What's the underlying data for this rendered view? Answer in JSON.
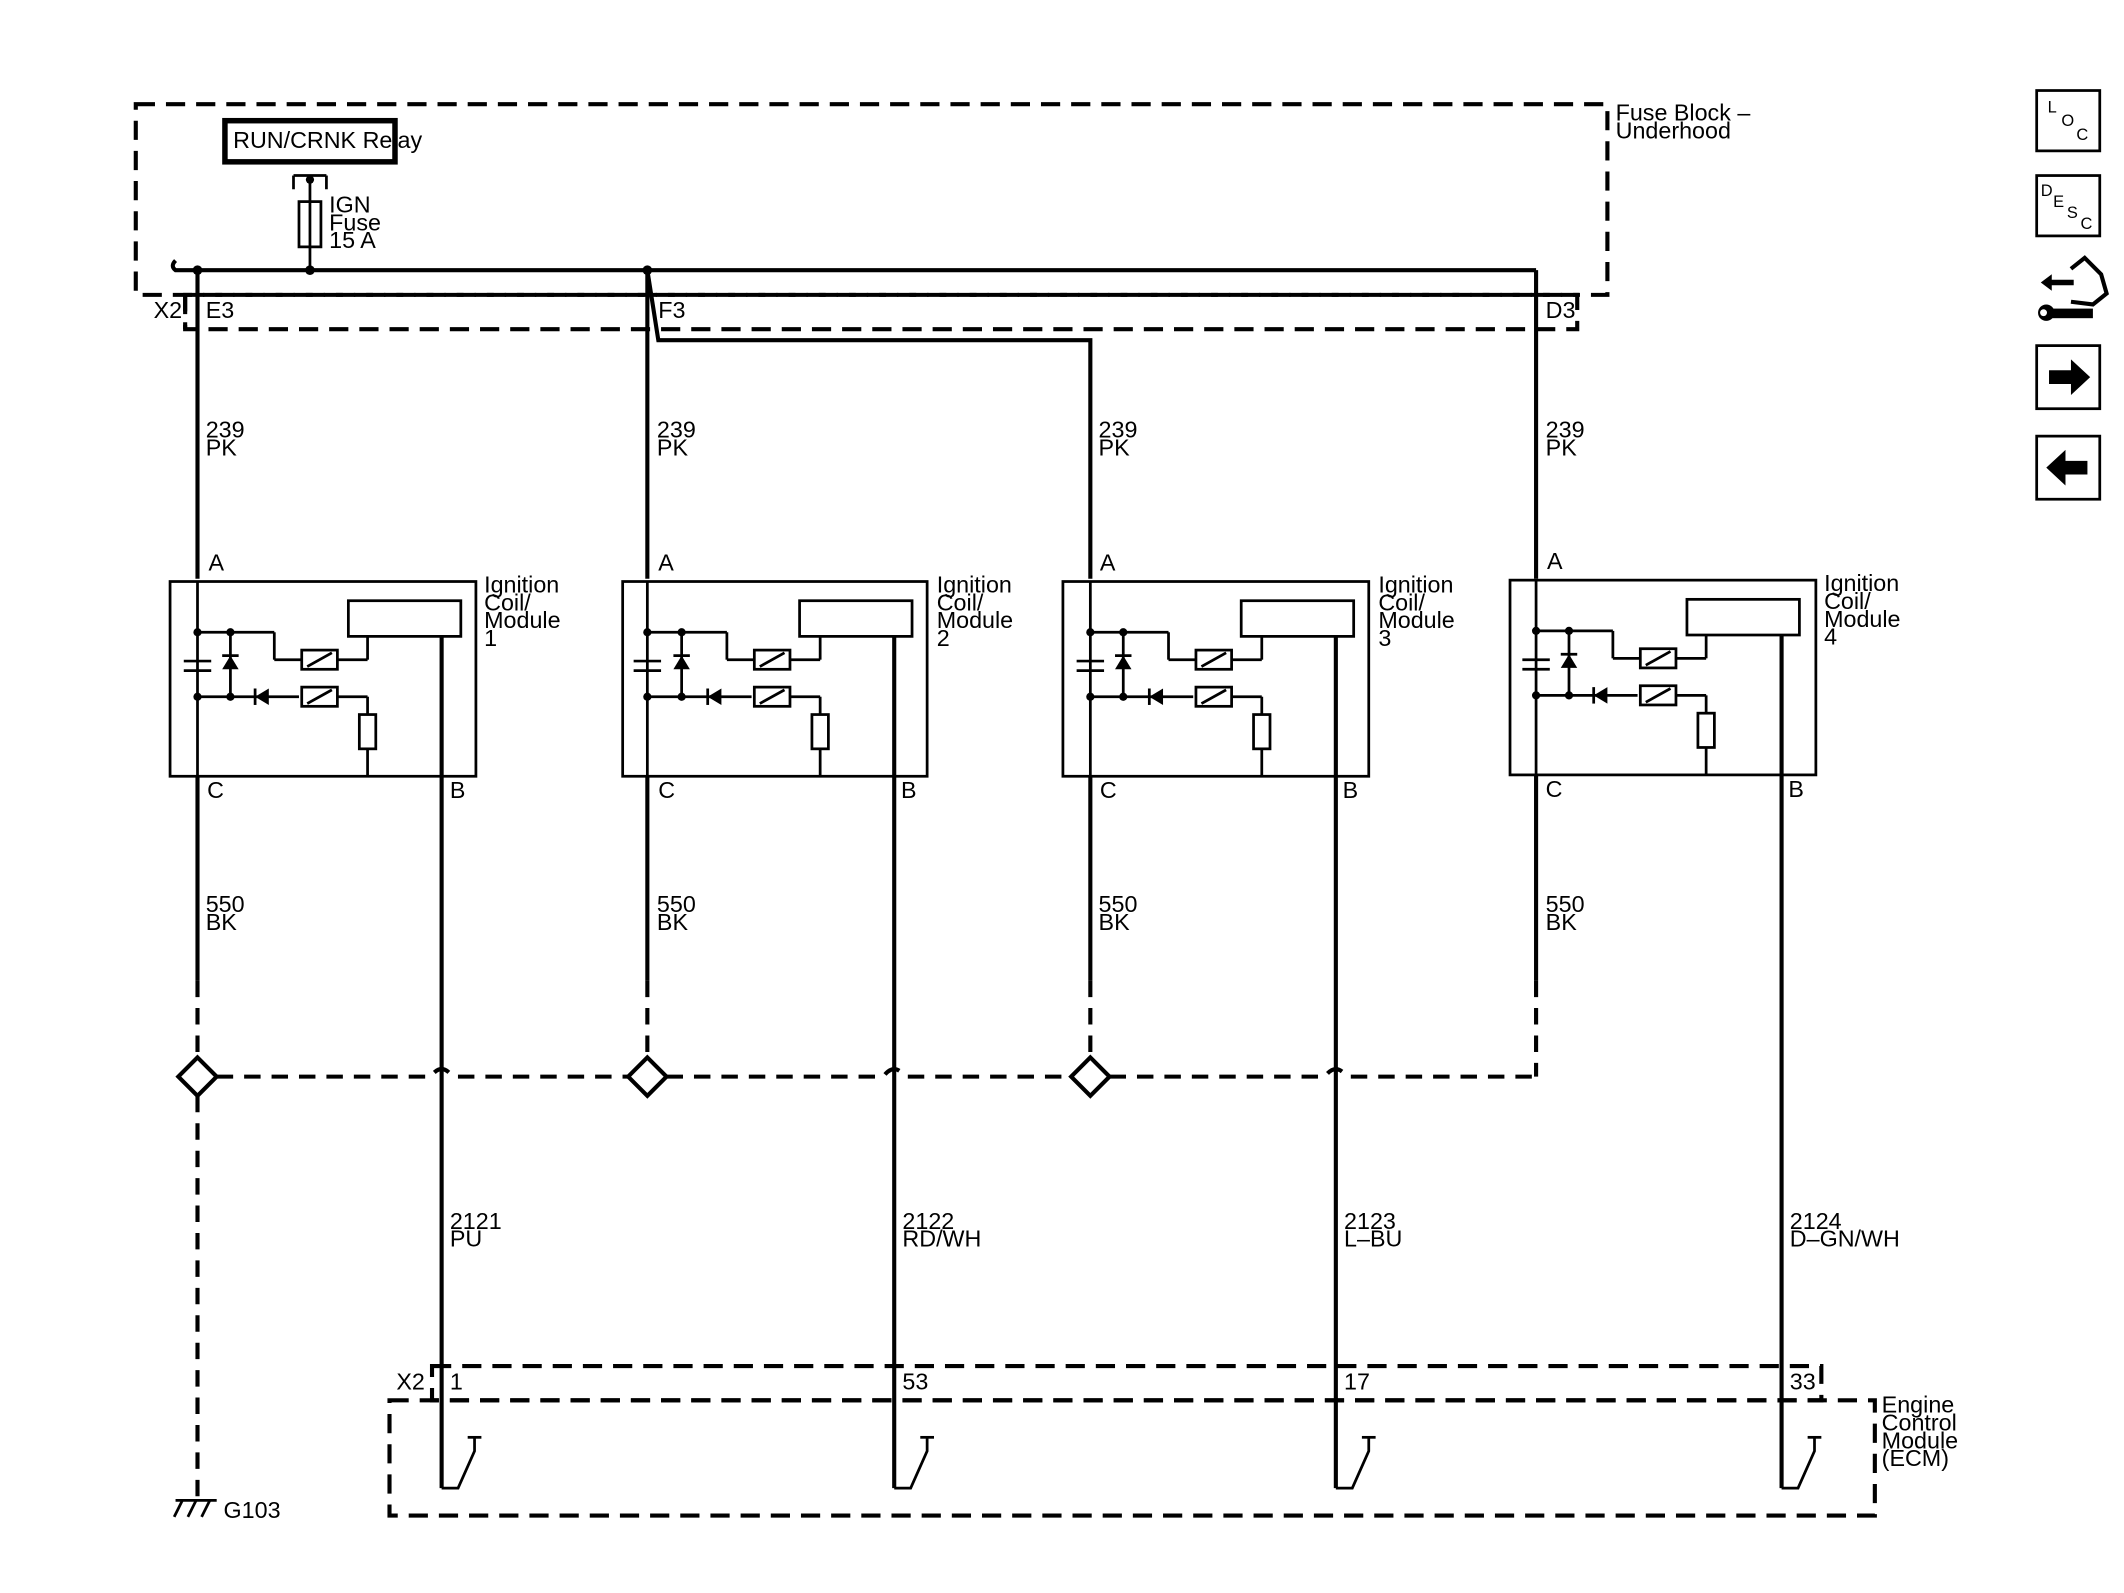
{
  "fuse_block": {
    "title_line1": "Fuse Block –",
    "title_line2": "Underhood",
    "relay": "RUN/CRNK Relay",
    "fuse_line1": "IGN",
    "fuse_line2": "Fuse",
    "fuse_line3": "15 A",
    "connector": "X2",
    "pins": [
      "E3",
      "F3",
      "D3"
    ]
  },
  "coils": [
    {
      "name_line1": "Ignition",
      "name_line2": "Coil/",
      "name_line3": "Module",
      "number": "1",
      "pin_a": "A",
      "pin_b": "B",
      "pin_c": "C",
      "feed_circuit": "239",
      "feed_color": "PK",
      "ground_circuit": "550",
      "ground_color": "BK",
      "signal_circuit": "2121",
      "signal_color": "PU",
      "ecm_pin": "1"
    },
    {
      "name_line1": "Ignition",
      "name_line2": "Coil/",
      "name_line3": "Module",
      "number": "2",
      "pin_a": "A",
      "pin_b": "B",
      "pin_c": "C",
      "feed_circuit": "239",
      "feed_color": "PK",
      "ground_circuit": "550",
      "ground_color": "BK",
      "signal_circuit": "2122",
      "signal_color": "RD/WH",
      "ecm_pin": "53"
    },
    {
      "name_line1": "Ignition",
      "name_line2": "Coil/",
      "name_line3": "Module",
      "number": "3",
      "pin_a": "A",
      "pin_b": "B",
      "pin_c": "C",
      "feed_circuit": "239",
      "feed_color": "PK",
      "ground_circuit": "550",
      "ground_color": "BK",
      "signal_circuit": "2123",
      "signal_color": "L–BU",
      "ecm_pin": "17"
    },
    {
      "name_line1": "Ignition",
      "name_line2": "Coil/",
      "name_line3": "Module",
      "number": "4",
      "pin_a": "A",
      "pin_b": "B",
      "pin_c": "C",
      "feed_circuit": "239",
      "feed_color": "PK",
      "ground_circuit": "550",
      "ground_color": "BK",
      "signal_circuit": "2124",
      "signal_color": "D–GN/WH",
      "ecm_pin": "33"
    }
  ],
  "ecm": {
    "line1": "Engine",
    "line2": "Control",
    "line3": "Module",
    "line4": "(ECM)",
    "connector": "X2"
  },
  "ground": {
    "label": "G103"
  },
  "nav": {
    "loc": {
      "l": "L",
      "o": "O",
      "c": "C"
    },
    "desc": {
      "d": "D",
      "e": "E",
      "s": "S",
      "c": "C"
    }
  }
}
